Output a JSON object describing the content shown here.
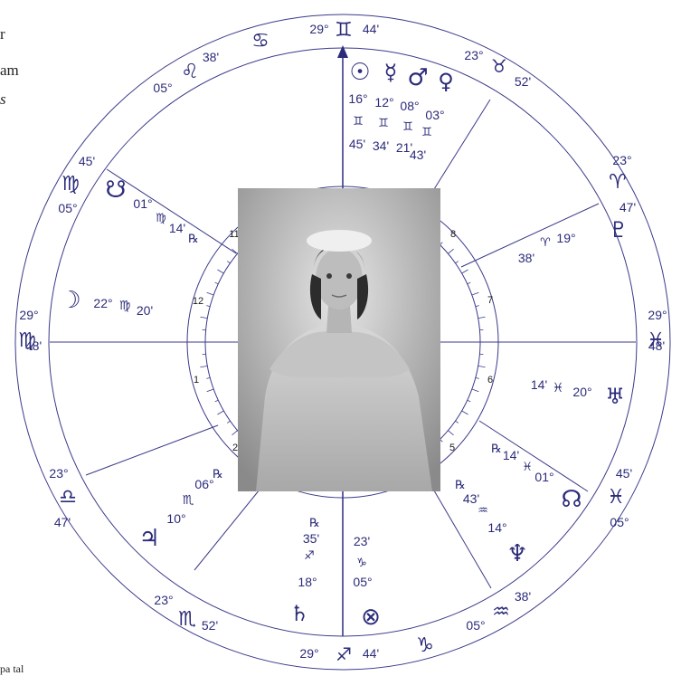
{
  "side_text": [
    "r",
    "am",
    "s"
  ],
  "bottom_text": "pa tal",
  "outer_labels": [
    {
      "id": "cancer-sign",
      "text": "♋",
      "cls": "glyph",
      "size": 22
    },
    {
      "id": "mc-degree",
      "text": "29°",
      "cls": "deg"
    },
    {
      "id": "mc-sign",
      "text": "♊",
      "cls": "glyph",
      "size": 22
    },
    {
      "id": "mc-minutes",
      "text": "44'",
      "cls": "deg"
    },
    {
      "id": "leo-degree",
      "text": "05°",
      "cls": "deg"
    },
    {
      "id": "leo-sign",
      "text": "♌",
      "cls": "glyph",
      "size": 22
    },
    {
      "id": "leo-minutes",
      "text": "38'",
      "cls": "deg"
    },
    {
      "id": "taurus-degree",
      "text": "23°",
      "cls": "deg"
    },
    {
      "id": "taurus-sign",
      "text": "♉",
      "cls": "glyph",
      "size": 20
    },
    {
      "id": "taurus-minutes",
      "text": "52'",
      "cls": "deg"
    },
    {
      "id": "aries-degree",
      "text": "23°",
      "cls": "deg"
    },
    {
      "id": "aries-sign",
      "text": "♈",
      "cls": "glyph",
      "size": 22
    },
    {
      "id": "aries-minutes",
      "text": "47'",
      "cls": "deg"
    },
    {
      "id": "virgo12-minutes",
      "text": "45'",
      "cls": "deg"
    },
    {
      "id": "virgo12-sign",
      "text": "♍",
      "cls": "glyph",
      "size": 22
    },
    {
      "id": "virgo12-degree",
      "text": "05°",
      "cls": "deg"
    },
    {
      "id": "asc-degree",
      "text": "29°",
      "cls": "deg"
    },
    {
      "id": "asc-sign",
      "text": "♍",
      "cls": "glyph",
      "size": 22
    },
    {
      "id": "asc-minutes",
      "text": "48'",
      "cls": "deg"
    },
    {
      "id": "dsc-degree",
      "text": "29°",
      "cls": "deg"
    },
    {
      "id": "dsc-sign",
      "text": "♓",
      "cls": "glyph",
      "size": 22
    },
    {
      "id": "dsc-minutes",
      "text": "48'",
      "cls": "deg"
    },
    {
      "id": "libra-degree",
      "text": "23°",
      "cls": "deg"
    },
    {
      "id": "libra-sign",
      "text": "♎",
      "cls": "glyph",
      "size": 22
    },
    {
      "id": "libra-minutes",
      "text": "47'",
      "cls": "deg"
    },
    {
      "id": "pisces5-minutes",
      "text": "45'",
      "cls": "deg"
    },
    {
      "id": "pisces5-sign",
      "text": "♓",
      "cls": "glyph",
      "size": 22
    },
    {
      "id": "pisces5-degree",
      "text": "05°",
      "cls": "deg"
    },
    {
      "id": "scorpio-degree",
      "text": "23°",
      "cls": "deg"
    },
    {
      "id": "scorpio-sign",
      "text": "♏",
      "cls": "glyph",
      "size": 22
    },
    {
      "id": "scorpio-minutes",
      "text": "52'",
      "cls": "deg"
    },
    {
      "id": "aquarius-degree",
      "text": "05°",
      "cls": "deg"
    },
    {
      "id": "aquarius-sign",
      "text": "♒",
      "cls": "glyph",
      "size": 22
    },
    {
      "id": "aquarius-minutes",
      "text": "38'",
      "cls": "deg"
    },
    {
      "id": "ic-degree",
      "text": "29°",
      "cls": "deg"
    },
    {
      "id": "ic-sign",
      "text": "♐",
      "cls": "glyph",
      "size": 20
    },
    {
      "id": "ic-minutes",
      "text": "44'",
      "cls": "deg"
    },
    {
      "id": "capricorn-sign",
      "text": "♑",
      "cls": "glyph",
      "size": 22
    }
  ],
  "planet_labels": [
    {
      "id": "sun-glyph",
      "text": "☉",
      "size": 26
    },
    {
      "id": "mercury-glyph",
      "text": "☿",
      "size": 24
    },
    {
      "id": "mars-glyph",
      "text": "♂",
      "size": 26
    },
    {
      "id": "venus-glyph",
      "text": "♀",
      "size": 24
    },
    {
      "id": "sun-deg",
      "text": "16°",
      "deg": 1
    },
    {
      "id": "mercury-deg",
      "text": "12°",
      "deg": 1
    },
    {
      "id": "mars-deg",
      "text": "08°",
      "deg": 1
    },
    {
      "id": "venus-deg",
      "text": "03°",
      "deg": 1
    },
    {
      "id": "sun-sign",
      "text": "♊",
      "size": 13
    },
    {
      "id": "mercury-sign",
      "text": "♊",
      "size": 13
    },
    {
      "id": "mars-sign",
      "text": "♊",
      "size": 13
    },
    {
      "id": "venus-sign",
      "text": "♊",
      "size": 13
    },
    {
      "id": "sun-min",
      "text": "45'",
      "deg": 1
    },
    {
      "id": "mercury-min",
      "text": "34'",
      "deg": 1
    },
    {
      "id": "mars-min",
      "text": "21'",
      "deg": 1
    },
    {
      "id": "venus-min",
      "text": "43'",
      "deg": 1
    },
    {
      "id": "node-glyph",
      "text": "☋",
      "size": 26
    },
    {
      "id": "node-deg",
      "text": "01°",
      "deg": 1
    },
    {
      "id": "node-sign",
      "text": "♍",
      "size": 13
    },
    {
      "id": "node-min",
      "text": "14'",
      "deg": 1
    },
    {
      "id": "node-retro",
      "text": "℞",
      "size": 13
    },
    {
      "id": "moon-glyph",
      "text": "☽",
      "size": 26
    },
    {
      "id": "moon-deg",
      "text": "22°",
      "deg": 1
    },
    {
      "id": "moon-sign",
      "text": "♍",
      "size": 14
    },
    {
      "id": "moon-min",
      "text": "20'",
      "deg": 1
    },
    {
      "id": "pluto-glyph",
      "text": "♇",
      "size": 24
    },
    {
      "id": "pluto-min",
      "text": "38'",
      "deg": 1
    },
    {
      "id": "pluto-sign",
      "text": "♈",
      "size": 13
    },
    {
      "id": "pluto-deg",
      "text": "19°",
      "deg": 1
    },
    {
      "id": "uranus-glyph",
      "text": "♅",
      "size": 24
    },
    {
      "id": "uranus-min",
      "text": "14'",
      "deg": 1
    },
    {
      "id": "uranus-sign",
      "text": "♓",
      "size": 14
    },
    {
      "id": "uranus-deg",
      "text": "20°",
      "deg": 1
    },
    {
      "id": "neptune-retro",
      "text": "℞",
      "size": 13
    },
    {
      "id": "neptune-min",
      "text": "14'",
      "deg": 1
    },
    {
      "id": "neptune-sign",
      "text": "♓",
      "size": 13
    },
    {
      "id": "neptune-deg",
      "text": "01°",
      "deg": 1
    },
    {
      "id": "northnode-glyph",
      "text": "☊",
      "size": 26
    },
    {
      "id": "saturn2-retro",
      "text": "℞",
      "size": 13
    },
    {
      "id": "saturn2-min",
      "text": "43'",
      "deg": 1
    },
    {
      "id": "saturn2-sign",
      "text": "♒",
      "size": 13
    },
    {
      "id": "saturn2-deg",
      "text": "14°",
      "deg": 1
    },
    {
      "id": "neptune2-glyph",
      "text": "♆",
      "size": 26
    },
    {
      "id": "mars2-retro",
      "text": "℞",
      "size": 13
    },
    {
      "id": "jupiter-deg",
      "text": "10°",
      "deg": 1
    },
    {
      "id": "jupiter-sign",
      "text": "♏",
      "size": 14
    },
    {
      "id": "jupiter-min",
      "text": "06°",
      "deg": 1
    },
    {
      "id": "jupiter-glyph",
      "text": "♃",
      "size": 26
    },
    {
      "id": "saturn-retro",
      "text": "℞",
      "size": 13
    },
    {
      "id": "saturn-min",
      "text": "35'",
      "deg": 1
    },
    {
      "id": "saturn-sign",
      "text": "♐",
      "size": 13
    },
    {
      "id": "saturn-deg",
      "text": "18°",
      "deg": 1
    },
    {
      "id": "saturn-glyph",
      "text": "♄",
      "size": 24
    },
    {
      "id": "chiron-min",
      "text": "23'",
      "deg": 1
    },
    {
      "id": "chiron-sign",
      "text": "♑",
      "size": 13
    },
    {
      "id": "chiron-deg",
      "text": "05°",
      "deg": 1
    },
    {
      "id": "fortune-glyph",
      "text": "⊗",
      "size": 26
    }
  ],
  "house_numbers": [
    "8",
    "7",
    "6",
    "5",
    "11",
    "12",
    "1",
    "2"
  ]
}
